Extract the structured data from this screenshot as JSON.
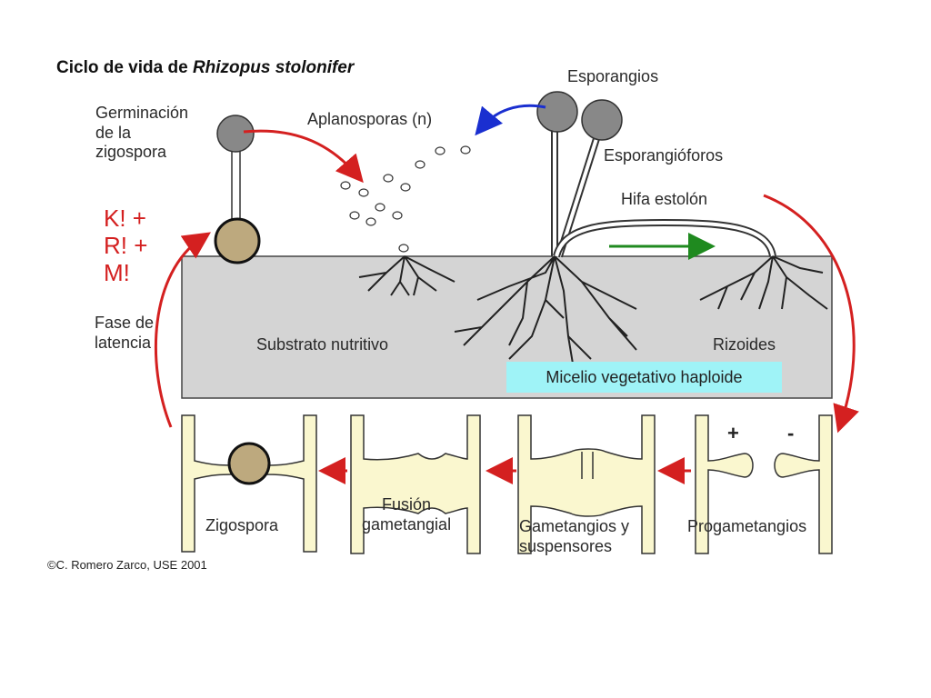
{
  "title": {
    "prefix": "Ciclo de vida de ",
    "species": "Rhizopus stolonifer"
  },
  "labels": {
    "esporangios": "Esporangios",
    "germinacion": [
      "Germinación",
      "de la",
      "zigospora"
    ],
    "aplanosporas": "Aplanosporas (n)",
    "esporangioforos": "Esporangióforos",
    "hifa_estolon": "Hifa estolón",
    "fase_latencia": [
      "Fase de",
      "latencia"
    ],
    "substrato": "Substrato nutritivo",
    "rizoides": "Rizoides",
    "micelio": "Micelio vegetativo haploide",
    "krm": [
      "K! +",
      "R! +",
      "M!"
    ],
    "plus": "+",
    "minus": "-",
    "zigospora": "Zigospora",
    "fusion": [
      "Fusión",
      "gametangial"
    ],
    "gametangios": [
      "Gametangios y",
      "suspensores"
    ],
    "progametangios": "Progametangios"
  },
  "credit": "©C. Romero Zarco, USE 2001",
  "colors": {
    "red_arrow": "#d42020",
    "blue_arrow": "#1a2fd0",
    "green_arrow": "#1f8a1f",
    "substrate": "#d4d4d4",
    "cell": "#faf7cf",
    "zygospore": "#bda97e",
    "sporangium": "#888888"
  }
}
